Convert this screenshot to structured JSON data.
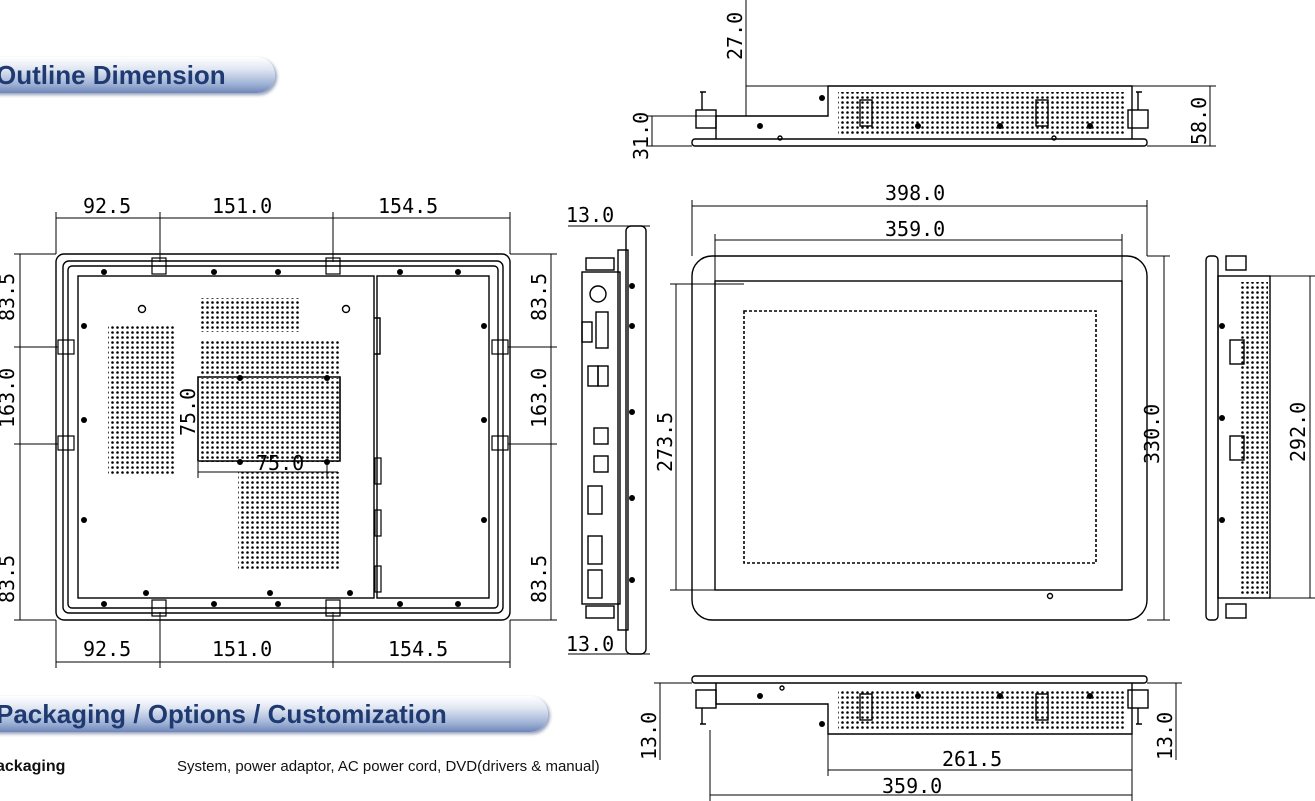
{
  "headers": {
    "outline_dimension": "Outline Dimension",
    "packaging_options": "Packaging / Options / Customization"
  },
  "packaging": {
    "label": "ackaging",
    "value": "System, power adaptor, AC power cord, DVD(drivers & manual)"
  },
  "dimensions": {
    "rear_top": [
      "92.5",
      "151.0",
      "154.5"
    ],
    "rear_bottom": [
      "92.5",
      "151.0",
      "154.5"
    ],
    "rear_left": [
      "83.5",
      "163.0",
      "83.5"
    ],
    "rear_right": [
      "83.5",
      "163.0",
      "83.5"
    ],
    "rear_vesa_h": "75.0",
    "rear_vesa_v": "75.0",
    "side_bezel_top": "13.0",
    "side_bezel_bottom": "13.0",
    "front_width": "398.0",
    "front_inner_width": "359.0",
    "front_height": "330.0",
    "front_inner_height": "273.5",
    "rside_height": "292.0",
    "top_offset": "27.0",
    "top_left": "31.0",
    "top_right": "58.0",
    "bottom_left": "13.0",
    "bottom_right": "13.0",
    "bottom_inner": "261.5",
    "bottom_total": "359.0"
  }
}
